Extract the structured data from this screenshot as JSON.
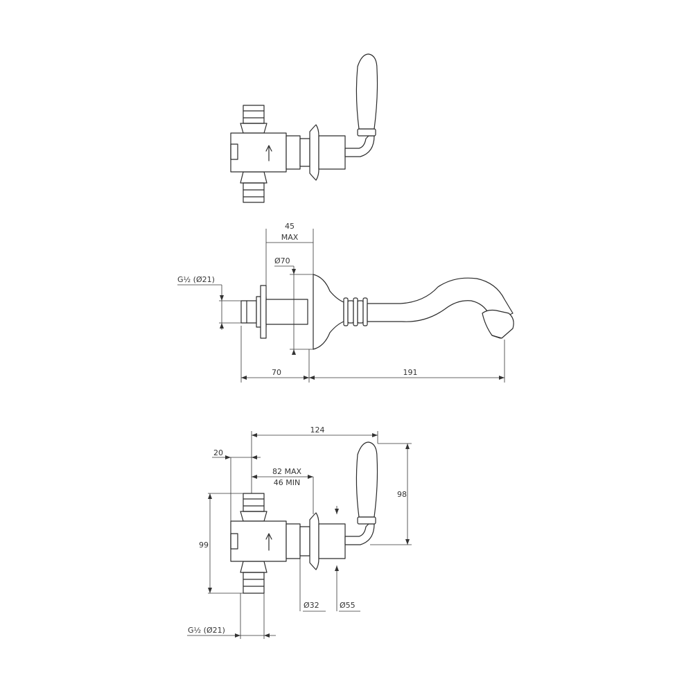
{
  "dimensions": {
    "side_view": {
      "depth_max_value": "45",
      "depth_max_unit": "MAX",
      "rosette_diameter": "Ø70",
      "thread_size": "G½ (Ø21)",
      "body_length": "70",
      "spout_reach": "191"
    },
    "bottom_view": {
      "total_length": "124",
      "offset": "20",
      "wall_depth_max": "82 MAX",
      "wall_depth_min": "46 MIN",
      "height": "99",
      "lever_height": "98",
      "sleeve_diameter": "Ø32",
      "flange_diameter": "Ø55",
      "thread_size": "G½ (Ø21)"
    }
  }
}
